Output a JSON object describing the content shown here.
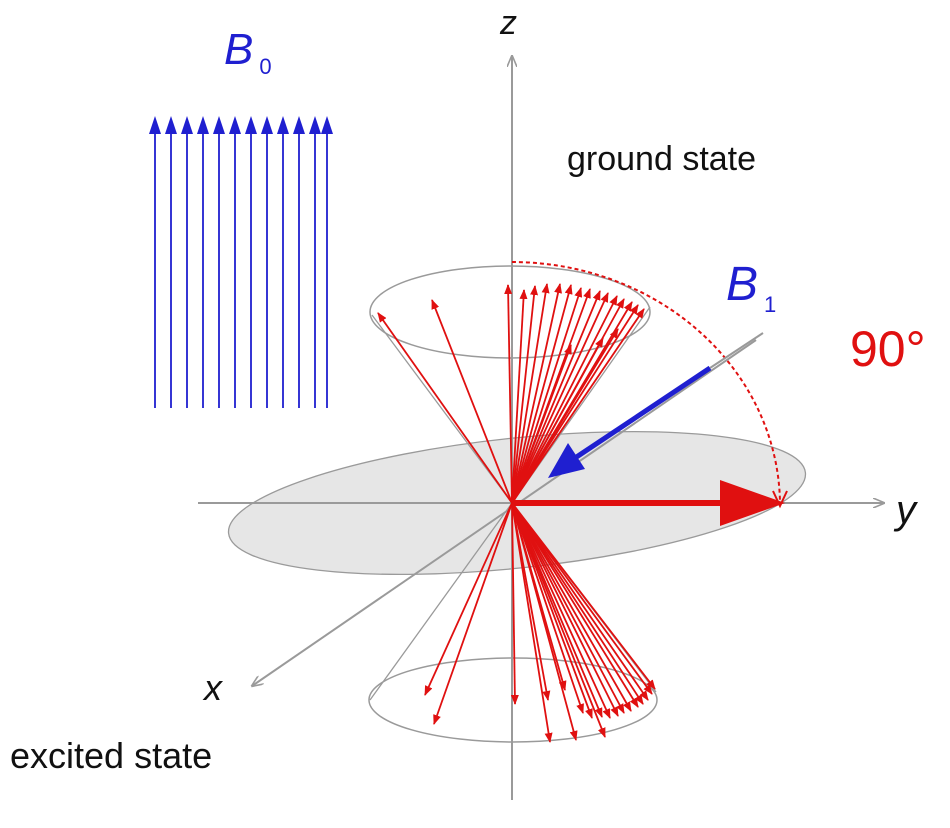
{
  "labels": {
    "z_axis": "z",
    "y_axis": "y",
    "x_axis": "x",
    "b0_symbol": "B",
    "b0_subscript": "0",
    "b1_symbol": "B",
    "b1_subscript": "1",
    "angle": "90°",
    "ground_state": "ground state",
    "excited_state": "excited state"
  },
  "colors": {
    "axis": "#9a9a9a",
    "field_b0": "#1f1fd0",
    "field_b1": "#1f1fd0",
    "spin_vectors": "#e01010",
    "xy_plane_fill": "#e6e6e6",
    "cone_outline": "#9a9a9a",
    "text": "#111111"
  }
}
